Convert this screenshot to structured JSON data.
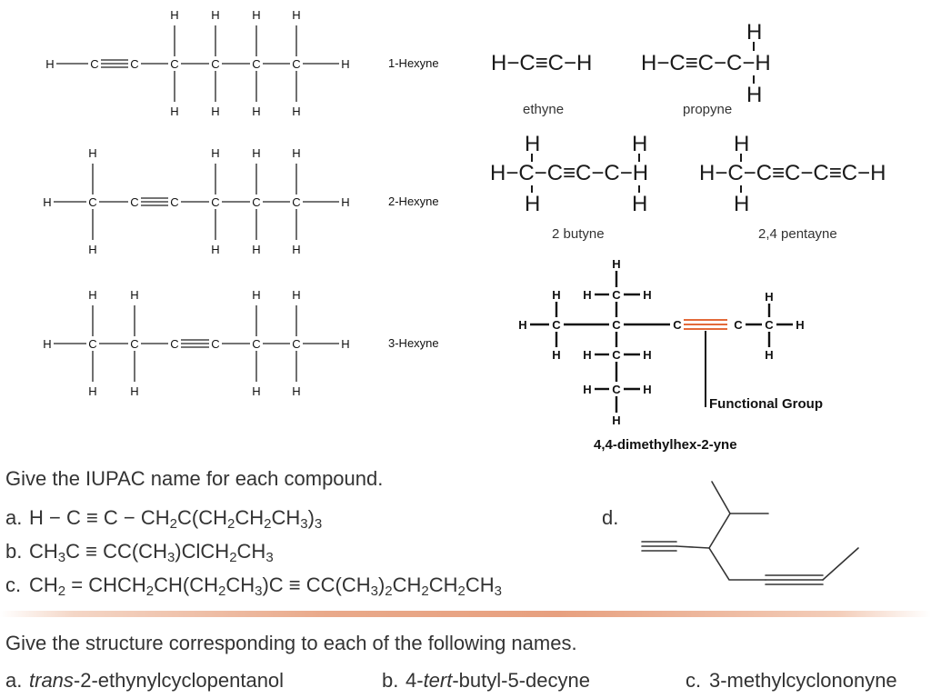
{
  "hexynes": [
    {
      "name": "1-Hexyne"
    },
    {
      "name": "2-Hexyne"
    },
    {
      "name": "3-Hexyne"
    }
  ],
  "atoms": {
    "h": "H",
    "c": "C"
  },
  "small_alkynes": {
    "ethyne": {
      "formula": "H−C≡C−H",
      "name": "ethyne"
    },
    "propyne": {
      "formula": "H−C≡C−C−H",
      "name": "propyne"
    },
    "butyne": {
      "formula": "H−C−C≡C−C−H",
      "name": "2 butyne"
    },
    "pentayne": {
      "formula": "H−C−C≡C−C≡C−H",
      "name": "2,4 pentayne"
    }
  },
  "example": {
    "functional_group_label": "Functional Group",
    "name": "4,4-dimethylhex-2-yne"
  },
  "q1": {
    "heading": "Give the IUPAC name for each compound.",
    "items": [
      {
        "label": "a.",
        "formula": "H − C ≡ C − CH2C(CH2CH2CH3)3"
      },
      {
        "label": "b.",
        "formula": "CH3C ≡ CC(CH3)ClCH2CH3"
      },
      {
        "label": "c.",
        "formula": "CH2 = CHCH2CH(CH2CH3)C ≡ CC(CH3)2CH2CH2CH3"
      }
    ],
    "d_label": "d."
  },
  "q2": {
    "heading": "Give the structure corresponding to each of the following names.",
    "items": [
      {
        "label": "a.",
        "prefix": "trans",
        "rest": "-2-ethynylcyclopentanol"
      },
      {
        "label": "b.",
        "pre": "4-",
        "prefix": "tert",
        "rest": "-butyl-5-decyne"
      },
      {
        "label": "c.",
        "rest": "3-methylcyclononyne"
      }
    ]
  }
}
